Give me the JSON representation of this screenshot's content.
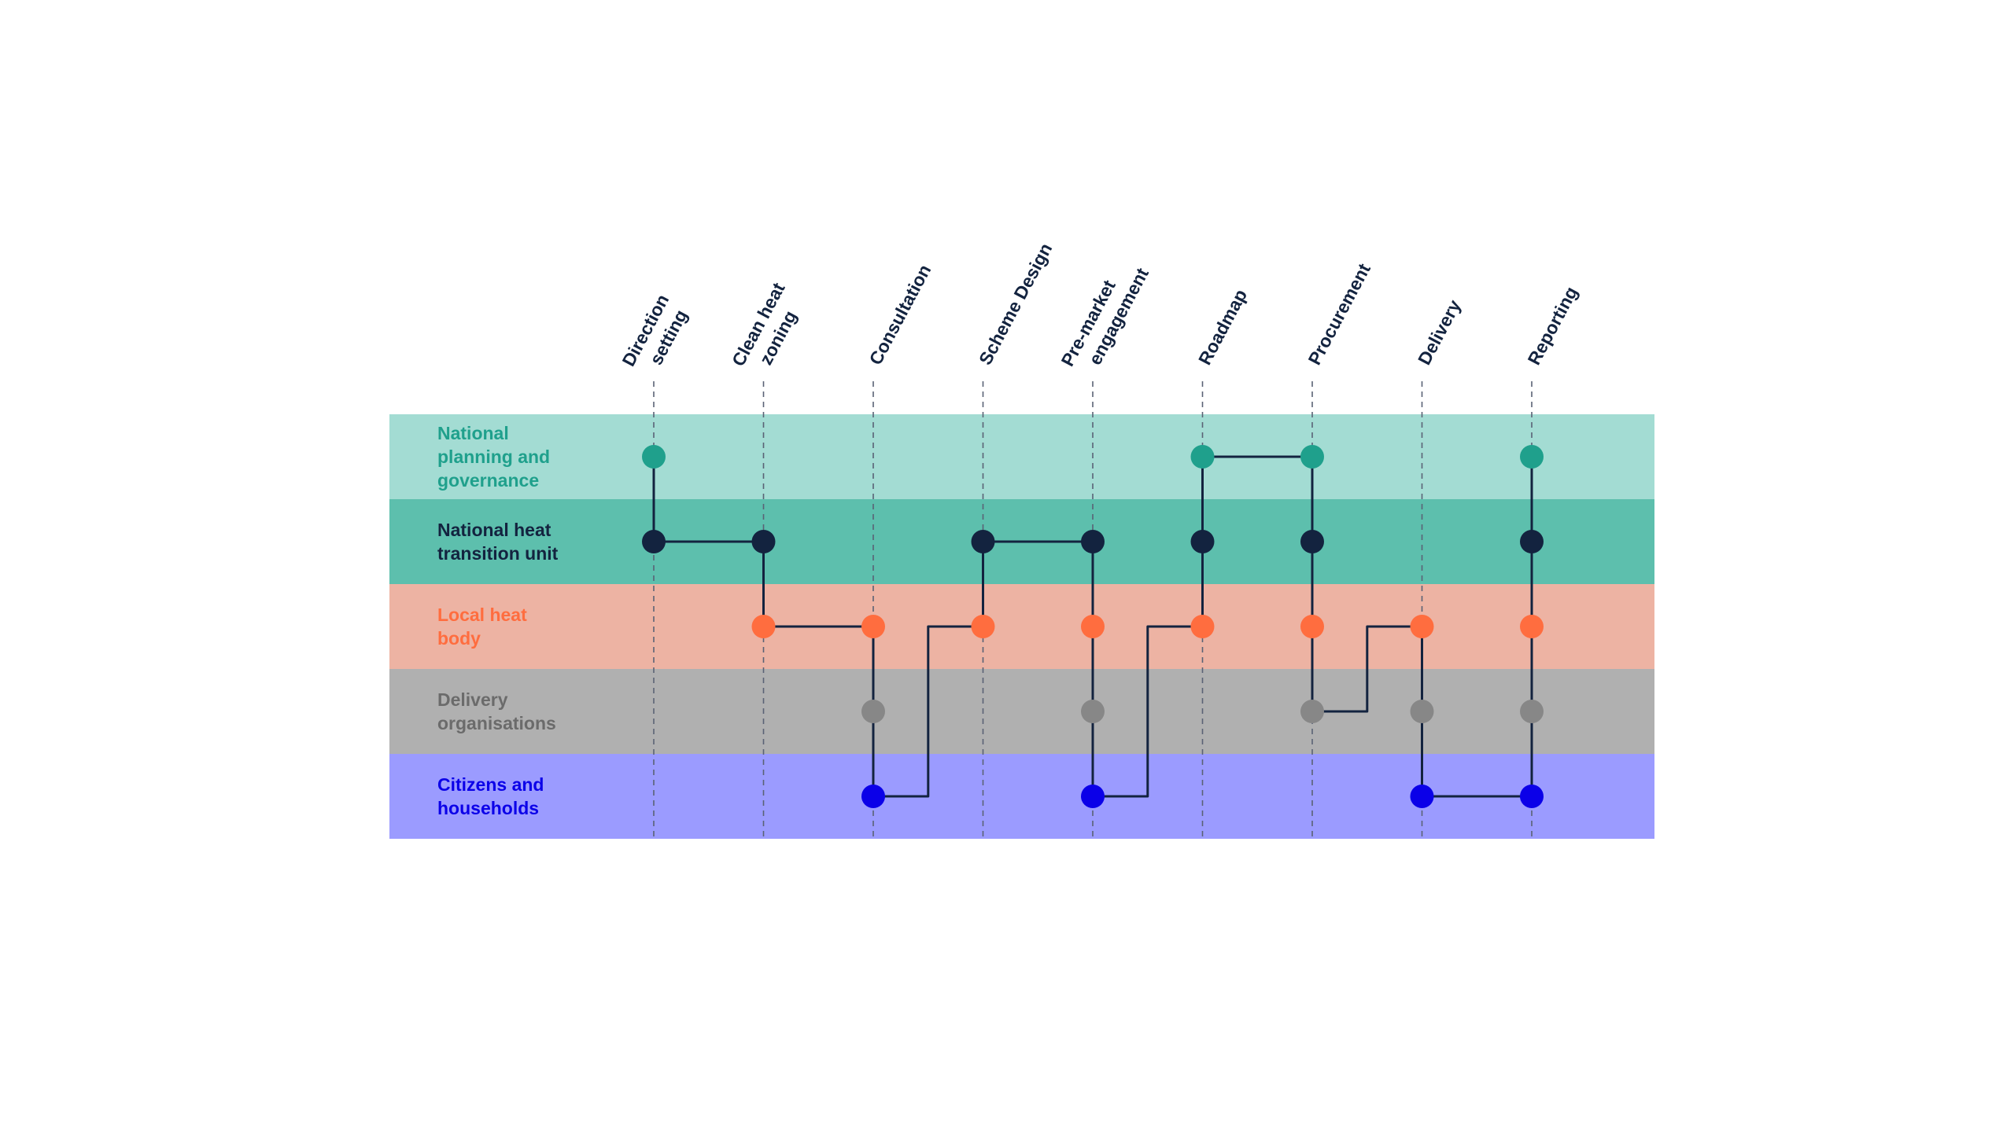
{
  "stages": [
    {
      "lines": [
        "Direction",
        "setting"
      ]
    },
    {
      "lines": [
        "Clean heat",
        "zoning"
      ]
    },
    {
      "lines": [
        "Consultation"
      ]
    },
    {
      "lines": [
        "Scheme Design"
      ]
    },
    {
      "lines": [
        "Pre-market",
        "engagement"
      ]
    },
    {
      "lines": [
        "Roadmap"
      ]
    },
    {
      "lines": [
        "Procurement"
      ]
    },
    {
      "lines": [
        "Delivery"
      ]
    },
    {
      "lines": [
        "Reporting"
      ]
    }
  ],
  "rows": [
    {
      "lines": [
        "National",
        "planning and",
        "governance"
      ],
      "band_color": "#a3dcd3",
      "text_color": "#1fa08c",
      "node_color": "#1fa08c"
    },
    {
      "lines": [
        "National heat",
        "transition unit"
      ],
      "band_color": "#5dbfad",
      "text_color": "#13233f",
      "node_color": "#13233f"
    },
    {
      "lines": [
        "Local heat",
        "body"
      ],
      "band_color": "#edb3a3",
      "text_color": "#ff6d3f",
      "node_color": "#ff6d3f"
    },
    {
      "lines": [
        "Delivery",
        "organisations"
      ],
      "band_color": "#b0b0b0",
      "text_color": "#6b6b6b",
      "node_color": "#878787"
    },
    {
      "lines": [
        "Citizens and",
        "households"
      ],
      "band_color": "#9b9bff",
      "text_color": "#0b00e8",
      "node_color": "#0b00e8"
    }
  ],
  "nodes": [
    {
      "stage": 0,
      "row": 0
    },
    {
      "stage": 0,
      "row": 1
    },
    {
      "stage": 1,
      "row": 1
    },
    {
      "stage": 1,
      "row": 2
    },
    {
      "stage": 2,
      "row": 2
    },
    {
      "stage": 2,
      "row": 3
    },
    {
      "stage": 2,
      "row": 4
    },
    {
      "stage": 3,
      "row": 1
    },
    {
      "stage": 3,
      "row": 2
    },
    {
      "stage": 4,
      "row": 1
    },
    {
      "stage": 4,
      "row": 2
    },
    {
      "stage": 4,
      "row": 3
    },
    {
      "stage": 4,
      "row": 4
    },
    {
      "stage": 5,
      "row": 0
    },
    {
      "stage": 5,
      "row": 1
    },
    {
      "stage": 5,
      "row": 2
    },
    {
      "stage": 6,
      "row": 0
    },
    {
      "stage": 6,
      "row": 1
    },
    {
      "stage": 6,
      "row": 2
    },
    {
      "stage": 6,
      "row": 3
    },
    {
      "stage": 7,
      "row": 2
    },
    {
      "stage": 7,
      "row": 3
    },
    {
      "stage": 7,
      "row": 4
    },
    {
      "stage": 8,
      "row": 0
    },
    {
      "stage": 8,
      "row": 1
    },
    {
      "stage": 8,
      "row": 2
    },
    {
      "stage": 8,
      "row": 3
    },
    {
      "stage": 8,
      "row": 4
    }
  ],
  "connections": [
    {
      "path": [
        [
          0,
          0
        ],
        [
          0,
          1
        ],
        [
          1,
          1
        ],
        [
          1,
          2
        ],
        [
          2,
          2
        ],
        [
          2,
          4
        ],
        [
          2.5,
          4
        ],
        [
          2.5,
          2
        ],
        [
          3,
          2
        ],
        [
          3,
          1
        ],
        [
          4,
          1
        ],
        [
          4,
          4
        ],
        [
          4.5,
          4
        ],
        [
          4.5,
          2
        ],
        [
          5,
          2
        ],
        [
          5,
          0
        ],
        [
          6,
          0
        ],
        [
          6,
          3
        ],
        [
          6.5,
          3
        ],
        [
          6.5,
          2
        ],
        [
          7,
          2
        ],
        [
          7,
          4
        ],
        [
          8,
          4
        ],
        [
          8,
          0
        ]
      ]
    }
  ],
  "colors": {
    "connector": "#13233f",
    "guide_line": "#5a6275",
    "stage_label": "#13233f"
  }
}
